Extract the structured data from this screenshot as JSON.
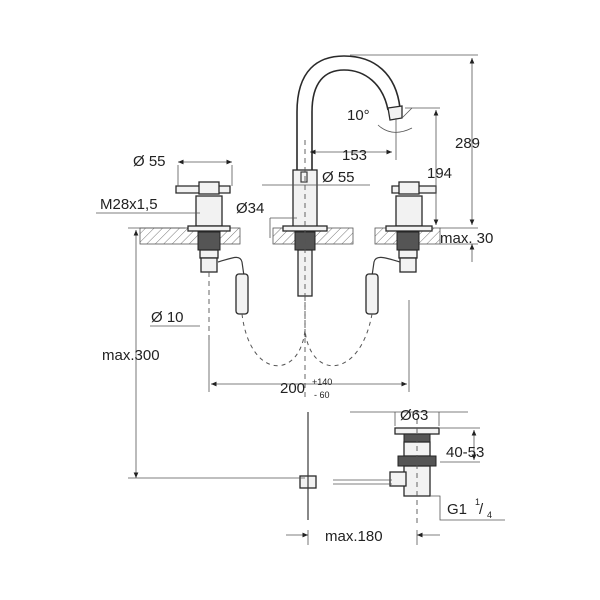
{
  "diagram": {
    "labels": {
      "angle": "10°",
      "spout_reach": "153",
      "total_height": "289",
      "spout_height": "194",
      "max_deck": "max. 30",
      "handle_dia": "Ø 55",
      "spout_base_dia": "Ø 55",
      "thread": "M28x1,5",
      "hole_dia": "Ø34",
      "pipe_dia": "Ø 10",
      "max_pipe": "max.300",
      "spread_base": "200",
      "spread_plus": "+140",
      "spread_minus": "- 60",
      "waste_dia": "Ø63",
      "waste_range": "40-53",
      "waste_thread_main": "G1",
      "waste_thread_num": "1",
      "waste_thread_den": "4",
      "max_rod": "max.180"
    }
  }
}
